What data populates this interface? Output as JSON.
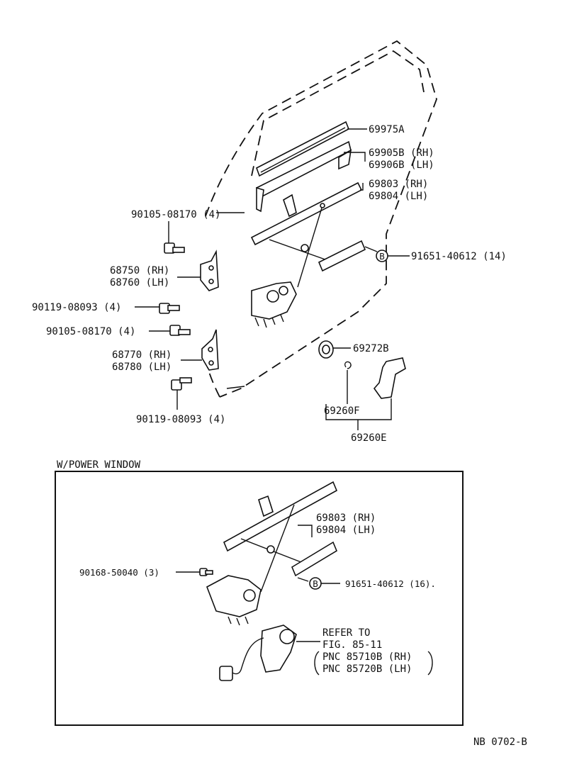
{
  "labels": {
    "p69975A": "69975A",
    "p69905B": "69905B (RH)",
    "p69906B": "69906B (LH)",
    "p69803a": "69803 (RH)",
    "p69804a": "69804 (LH)",
    "p90105a": "90105-08170 (4)",
    "p91651a": "91651-40612 (14)",
    "p68750": "68750 (RH)",
    "p68760": "68760 (LH)",
    "p90119a": "90119-08093 (4)",
    "p90105b": "90105-08170 (4)",
    "p68770": "68770 (RH)",
    "p68780": "68780 (LH)",
    "p69272B": "69272B",
    "p90119b": "90119-08093 (4)",
    "p69260F": "69260F",
    "p69260E": "69260E",
    "power_window": "W/POWER WINDOW",
    "p69803b": "69803 (RH)",
    "p69804b": "69804 (LH)",
    "p90168": "90168-50040 (3)",
    "p91651b": "91651-40612 (16).",
    "refer1": "REFER TO",
    "refer2": "FIG. 85-11",
    "refer3": "PNC 85710B (RH)",
    "refer4": "PNC 85720B (LH)",
    "circle_b1": "B",
    "circle_b2": "B",
    "footer": "NB 0702-B"
  }
}
